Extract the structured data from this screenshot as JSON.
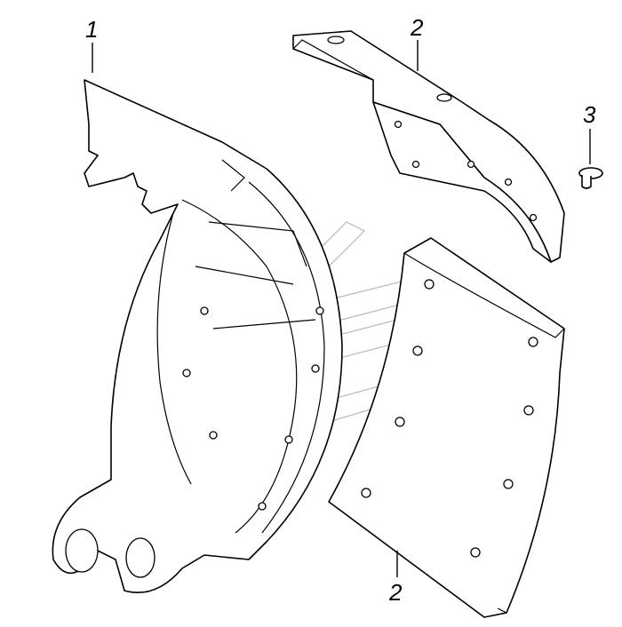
{
  "callouts": [
    {
      "id": "1",
      "text": "1"
    },
    {
      "id": "2a",
      "text": "2"
    },
    {
      "id": "3",
      "text": "3"
    },
    {
      "id": "2b",
      "text": "2"
    }
  ]
}
